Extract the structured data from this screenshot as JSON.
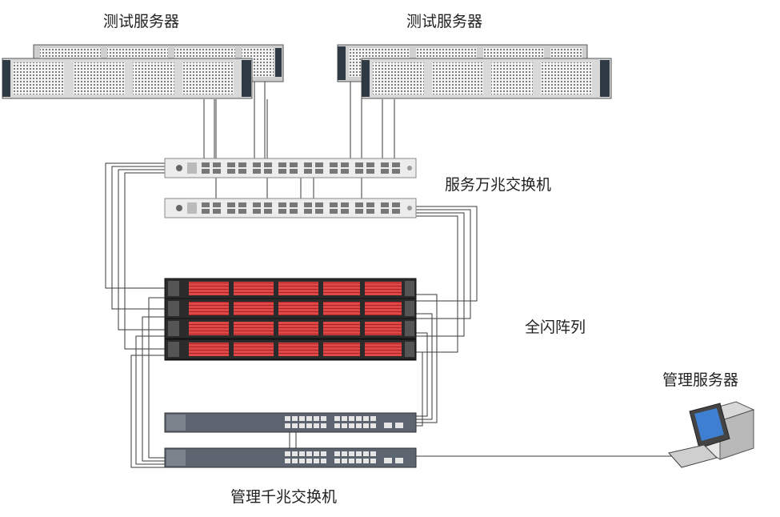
{
  "labels": {
    "test_server_left": "测试服务器",
    "test_server_right": "测试服务器",
    "service_switch": "服务万兆交换机",
    "flash_array": "全闪阵列",
    "mgmt_server": "管理服务器",
    "mgmt_switch": "管理千兆交换机"
  },
  "colors": {
    "cable": "#3a3a3a",
    "server_body": "#d9d9d9",
    "server_vent": "#8c8c8c",
    "switch_body": "#e9e9e9",
    "array_body": "#2b2b2b",
    "array_drive": "#d23a3a",
    "mgmt_switch_body": "#5c6470",
    "port": "#c8c8c8"
  }
}
